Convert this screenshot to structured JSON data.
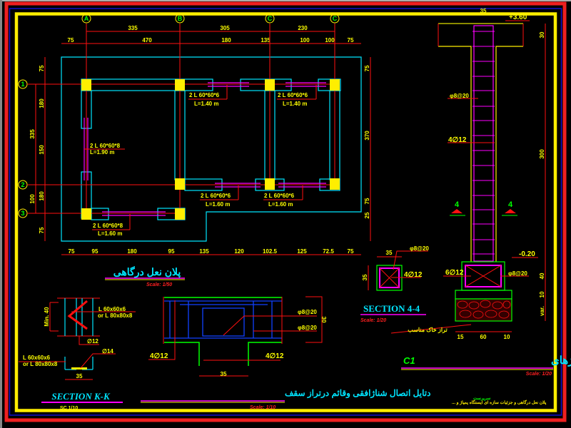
{
  "plan": {
    "grid_cols": [
      "A",
      "B",
      "C",
      "C"
    ],
    "grid_rows": [
      "1",
      "2",
      "3"
    ],
    "dims_top_1": [
      "335",
      "305",
      "230"
    ],
    "dims_top_2": [
      "75",
      "470",
      "180",
      "135",
      "100",
      "100",
      "75"
    ],
    "dims_bottom": [
      "75",
      "95",
      "180",
      "95",
      "135",
      "120",
      "102.5",
      "125",
      "72.5",
      "75"
    ],
    "dims_left": [
      "75",
      "180",
      "335",
      "150",
      "180",
      "100",
      "75"
    ],
    "dims_right": [
      "75",
      "370",
      "75",
      "25"
    ],
    "labels": [
      {
        "bar": "2 L 60*60*6",
        "len": "L=1.40 m"
      },
      {
        "bar": "2 L 60*60*6",
        "len": "L=1.40 m"
      },
      {
        "bar": "2 L 60*60*8",
        "len": "L=1.90 m"
      },
      {
        "bar": "2 L 60*60*6",
        "len": "L=1.60 m"
      },
      {
        "bar": "2 L 60*60*6",
        "len": "L=1.60 m"
      },
      {
        "bar": "2 L 60*60*8",
        "len": "L=1.60 m"
      }
    ],
    "title": "پلان نعل درگاهی",
    "scale": "Scale: 1/50"
  },
  "column_detail": {
    "top_level": "+3.60",
    "top_dim": "35",
    "stirrup": "φ8@20",
    "bars": "4∅12",
    "section_mark": "4",
    "ground_level": "-0.20",
    "pad_bars": "6∅12",
    "pad_stirrup": "φ8@20",
    "dims_right": [
      "30",
      "300",
      "40",
      "10",
      "var."
    ],
    "dims_bottom": [
      "15",
      "60",
      "10"
    ],
    "soil_note": "تراز خاک مناسب",
    "title_fa": "جزئیات آرماتورگذاری شناژهای",
    "title_code": "C1",
    "scale": "Scale: 1/20"
  },
  "section_44": {
    "dim_w": "35",
    "dim_h": "35",
    "stirrup": "φ8@20",
    "bars": "4∅12",
    "title": "SECTION 4-4",
    "scale": "Scale: 1/20"
  },
  "section_kk": {
    "angle1": "L 60x60x6",
    "angle1_alt": "or L 80x80x8",
    "min": "Min. 40",
    "bar1": "∅12",
    "bar2": "∅14",
    "angle2": "L 60x60x6",
    "angle2_alt": "or L 80x80x8",
    "dim": "35",
    "title": "SECTION K-K",
    "scale": "SC        1/10"
  },
  "connection_detail": {
    "stirrup1": "φ8@20",
    "stirrup2": "φ8@20",
    "dim_h": "30",
    "bars_left": "4∅12",
    "bars_right": "4∅12",
    "dim_w": "35",
    "title": "دتایل اتصال شناژافقی وقائم درتراز سقف",
    "scale": "Scale: 1/10"
  },
  "title_block": {
    "role": "سرپرست",
    "project": "پلان نعل درگاهی و جزئیات سازه ای ایستگاه پمپاژ و ..."
  }
}
